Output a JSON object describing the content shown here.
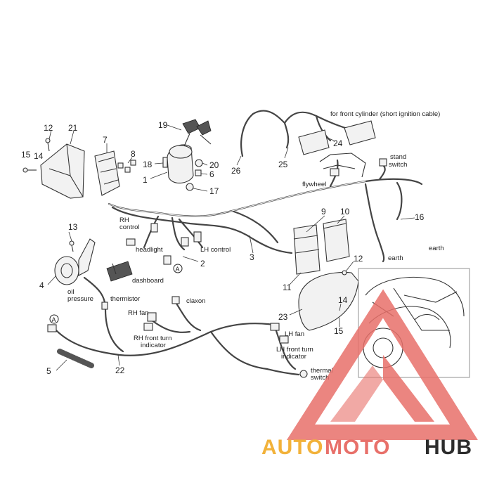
{
  "part_numbers": [
    "1",
    "2",
    "3",
    "4",
    "5",
    "6",
    "7",
    "8",
    "9",
    "10",
    "11",
    "12",
    "12",
    "13",
    "14",
    "14",
    "15",
    "15",
    "16",
    "17",
    "18",
    "19",
    "20",
    "21",
    "22",
    "23",
    "24",
    "25",
    "26"
  ],
  "labels": {
    "front_cylinder": "for front cylinder (short ignition cable)",
    "stand_switch_1": "stand",
    "stand_switch_2": "switch",
    "flywheel": "flywheel",
    "earth_1": "earth",
    "earth_2": "earth",
    "rh_control_1": "RH",
    "rh_control_2": "control",
    "headlight": "headlight",
    "lh_control": "LH control",
    "dashboard": "dashboard",
    "oil_pressure_1": "oil",
    "oil_pressure_2": "pressure",
    "thermistor": "thermistor",
    "claxon": "claxon",
    "rh_fan": "RH fan",
    "rh_turn_1": "RH front turn",
    "rh_turn_2": "indicator",
    "lh_fan": "LH fan",
    "lh_turn_1": "LH front turn",
    "lh_turn_2": "indicator",
    "thermal_1": "thermal",
    "thermal_2": "switch",
    "marker_a": "A"
  },
  "watermark": {
    "part1": "AUTO",
    "part2": "MOTO",
    "part3": "HUB",
    "color_orange": "#f2b23a",
    "color_red": "#e8706a",
    "color_dark": "#2c2c2c"
  }
}
